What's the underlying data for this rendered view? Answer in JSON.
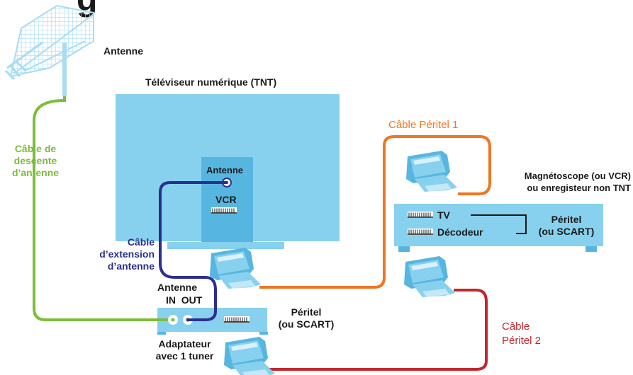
{
  "header": {
    "title_fragment": "g"
  },
  "labels": {
    "antenna": "Antenne",
    "tv_title": "Téléviseur numérique (TNT)",
    "cable_descente": [
      "Câble de",
      "descente",
      "d’antenne"
    ],
    "tv_antenna_port": "Antenne",
    "tv_vcr_port": "VCR",
    "cable_extension": [
      "Câble",
      "d’extension",
      "d’antenne"
    ],
    "adapter_antenna": "Antenne",
    "adapter_in_out": "IN  OUT",
    "adapter_name": [
      "Adaptateur",
      "avec 1 tuner"
    ],
    "peritel_adapter": [
      "Péritel",
      "(ou SCART)"
    ],
    "cable_peritel_1": "Câble Péritel 1",
    "vcr_name": [
      "Magnétoscope (ou VCR)",
      "ou enregisteur non TNT"
    ],
    "vcr_tv": "TV",
    "vcr_decodeur": "Décodeur",
    "peritel_vcr": [
      "Péritel",
      "(ou SCART)"
    ],
    "cable_peritel_2": [
      "Câble",
      "Péritel 2"
    ]
  },
  "colors": {
    "device": "#87d1ef",
    "device_dark": "#57b6e0",
    "antenna": "#a7dcf3",
    "cable_green": "#7cbd3c",
    "cable_blue": "#2b2f8f",
    "cable_orange": "#ef7622",
    "cable_red": "#c0272d"
  }
}
